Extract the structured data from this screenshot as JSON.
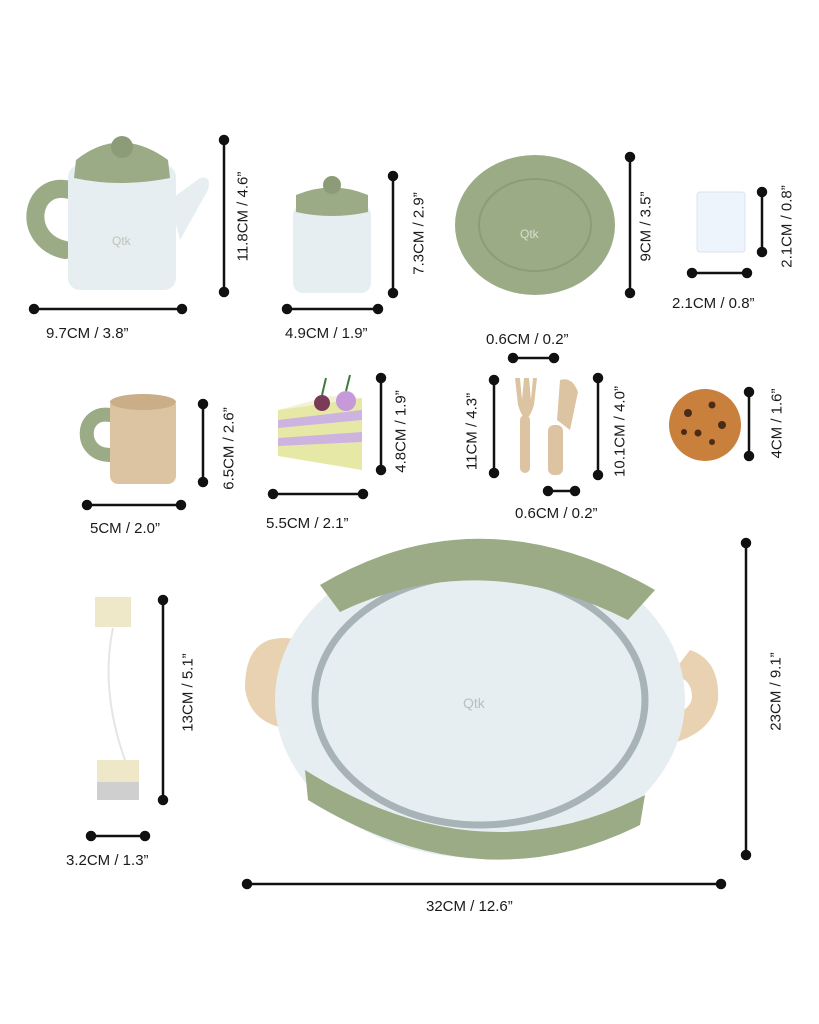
{
  "brand_mark": "Qtk",
  "colors": {
    "sage": "#9aab86",
    "sage_dark": "#8c9c78",
    "pale_blue": "#e7eef2",
    "wood": "#dcc4a2",
    "tray_ring": "#a7b3b6"
  },
  "dimensions": {
    "teapot_width": "9.7CM / 3.8”",
    "teapot_height": "11.8CM / 4.6”",
    "sugar_pot_width": "4.9CM / 1.9”",
    "sugar_pot_height": "7.3CM / 2.9”",
    "saucer_height": "9CM / 3.5”",
    "sugar_cube_width": "2.1CM / 0.8”",
    "sugar_cube_height": "2.1CM / 0.8”",
    "cup_width": "5CM / 2.0”",
    "cup_height": "6.5CM / 2.6”",
    "cake_width": "5.5CM / 2.1”",
    "cake_height": "4.8CM / 1.9”",
    "fork_width": "0.6CM / 0.2”",
    "fork_height": "11CM / 4.3”",
    "knife_width": "0.6CM / 0.2”",
    "knife_height": "10.1CM / 4.0”",
    "cookie_size": "4CM / 1.6”",
    "teabag_width": "3.2CM / 1.3”",
    "teabag_height": "13CM / 5.1”",
    "tray_width": "32CM / 12.6”",
    "tray_height": "23CM / 9.1”"
  }
}
